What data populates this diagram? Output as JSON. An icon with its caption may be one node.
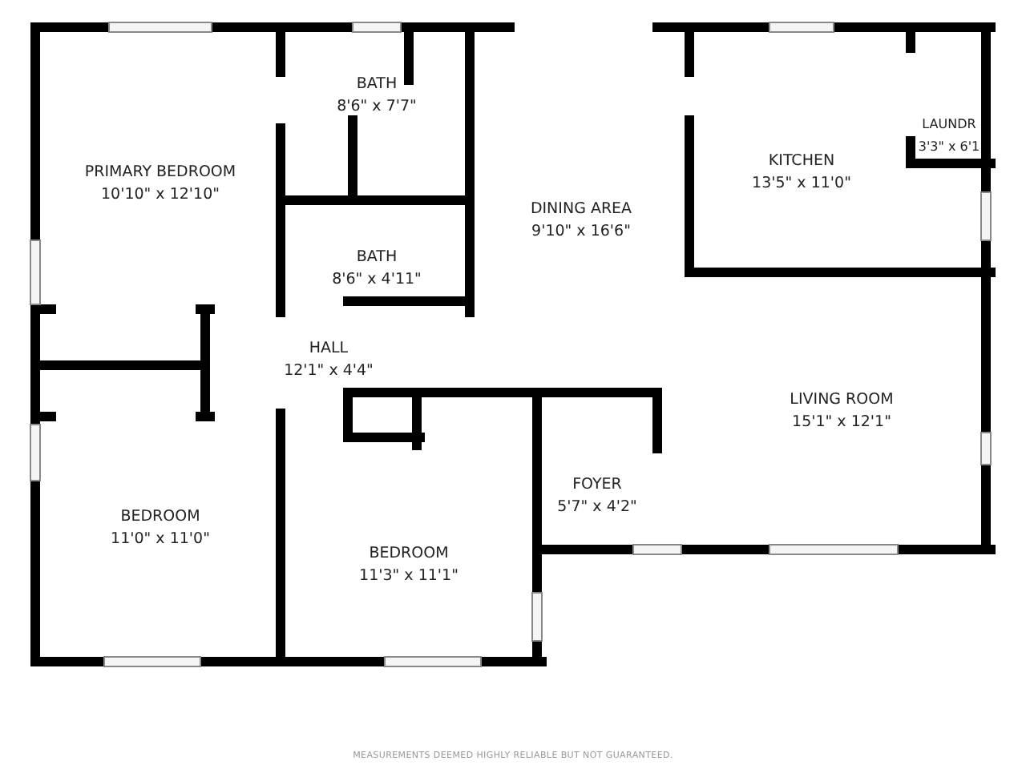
{
  "diagram": {
    "nodes": [
      {
        "text": [
          "PRIMARY BEDROOM",
          "10'10\" x 12'10\""
        ]
      },
      {
        "text": [
          "BATH",
          "8'6\" x 7'7\""
        ]
      },
      {
        "text": [
          "DINING AREA",
          "9'10\" x 16'6\""
        ]
      },
      {
        "text": [
          "KITCHEN",
          "13'5\" x 11'0\""
        ]
      },
      {
        "text": [
          "LAUNDR",
          "3'3\" x 6'1"
        ]
      },
      {
        "text": [
          "BATH",
          "8'6\" x 4'11\""
        ]
      },
      {
        "text": [
          "HALL",
          "12'1\" x 4'4\""
        ]
      },
      {
        "text": [
          "LIVING ROOM",
          "15'1\" x 12'1\""
        ]
      },
      {
        "text": [
          "FOYER",
          "5'7\" x 4'2\""
        ]
      },
      {
        "text": [
          "BEDROOM",
          "11'0\" x 11'0\""
        ]
      },
      {
        "text": [
          "BEDROOM",
          "11'3\" x 11'1\""
        ]
      }
    ],
    "labels": [
      "MEASUREMENTS DEEMED HIGHLY RELIABLE BUT NOT GUARANTEED."
    ]
  }
}
